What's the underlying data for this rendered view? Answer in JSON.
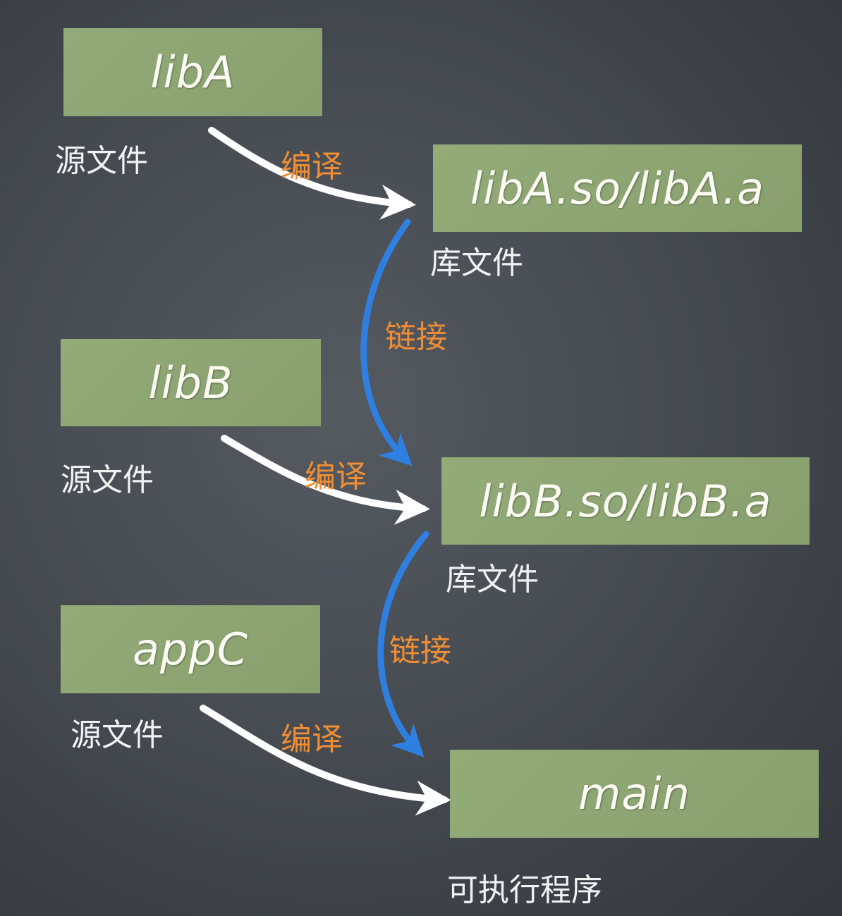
{
  "colors": {
    "background": "#474b52",
    "box_fill": "#8fa873",
    "box_text": "#fbfbf3",
    "caption_text": "#f2f2f2",
    "edge_label": "#ef8e34",
    "compile_arrow": "#ffffff",
    "link_arrow": "#2f7fe0"
  },
  "nodes": {
    "libA": {
      "label": "libA",
      "caption": "源文件"
    },
    "libA_out": {
      "label": "libA.so/libA.a",
      "caption": "库文件"
    },
    "libB": {
      "label": "libB",
      "caption": "源文件"
    },
    "libB_out": {
      "label": "libB.so/libB.a",
      "caption": "库文件"
    },
    "appC": {
      "label": "appC",
      "caption": "源文件"
    },
    "main": {
      "label": "main",
      "caption": "可执行程序"
    }
  },
  "edges": {
    "libA_compile": {
      "from": "libA",
      "to": "libA_out",
      "label": "编译",
      "kind": "compile"
    },
    "libA_link": {
      "from": "libA_out",
      "to": "libB_out",
      "label": "链接",
      "kind": "link"
    },
    "libB_compile": {
      "from": "libB",
      "to": "libB_out",
      "label": "编译",
      "kind": "compile"
    },
    "libB_link": {
      "from": "libB_out",
      "to": "main",
      "label": "链接",
      "kind": "link"
    },
    "appC_compile": {
      "from": "appC",
      "to": "main",
      "label": "编译",
      "kind": "compile"
    }
  }
}
